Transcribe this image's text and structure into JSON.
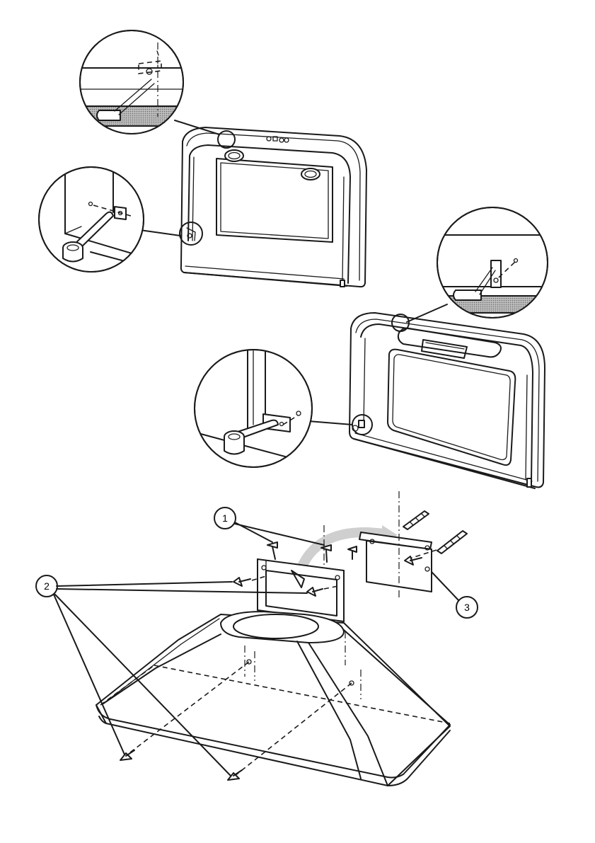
{
  "figure": {
    "background": "#ffffff",
    "line_color": "#1a1a1a",
    "shade_color": "#8f8f8f",
    "arrow_color": "#c8c8c8",
    "callouts": [
      "1",
      "2",
      "3"
    ]
  }
}
